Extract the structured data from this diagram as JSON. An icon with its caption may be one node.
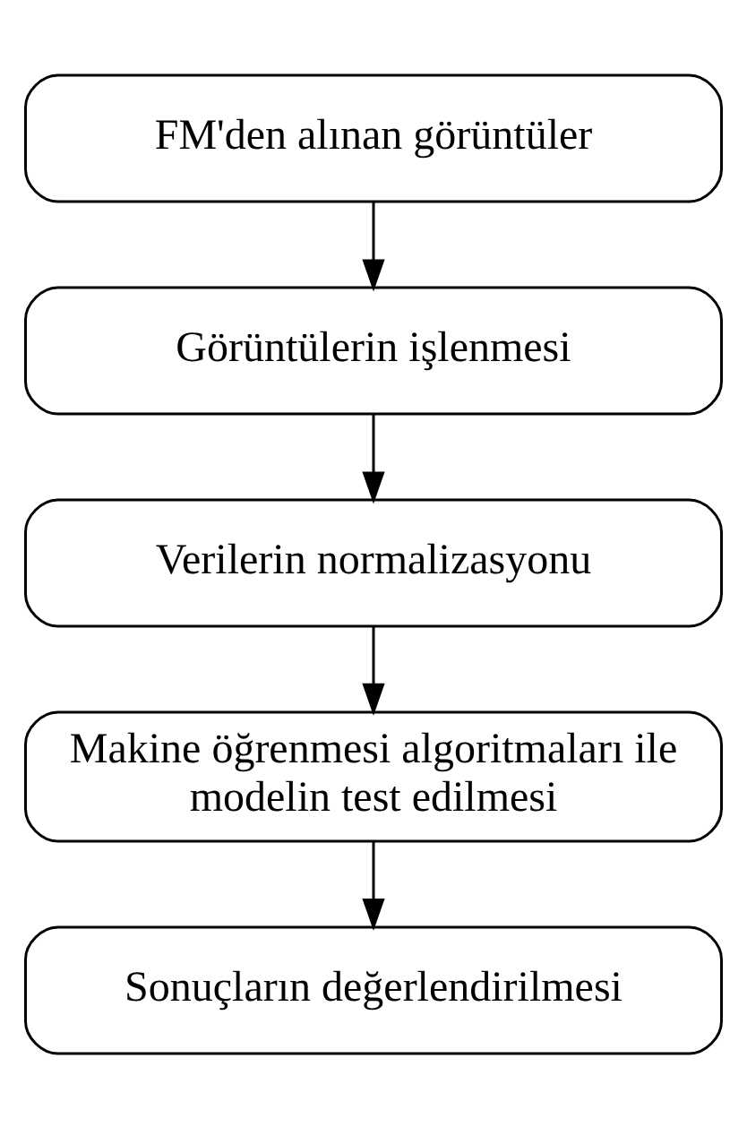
{
  "diagram": {
    "nodes": [
      {
        "text": [
          "FM'den alınan görüntüler"
        ]
      },
      {
        "text": [
          "Görüntülerin işlenmesi"
        ]
      },
      {
        "text": [
          "Verilerin normalizasyonu"
        ]
      },
      {
        "text": [
          "Makine öğrenmesi algoritmaları ile modelin test edilmesi"
        ]
      },
      {
        "text": [
          "Sonuçların değerlendirilmesi"
        ]
      }
    ],
    "edges": [
      {
        "from": 0,
        "to": 1,
        "arrow": "to"
      },
      {
        "from": 1,
        "to": 2,
        "arrow": "to"
      },
      {
        "from": 2,
        "to": 3,
        "arrow": "to"
      },
      {
        "from": 3,
        "to": 4,
        "arrow": "to"
      }
    ]
  }
}
